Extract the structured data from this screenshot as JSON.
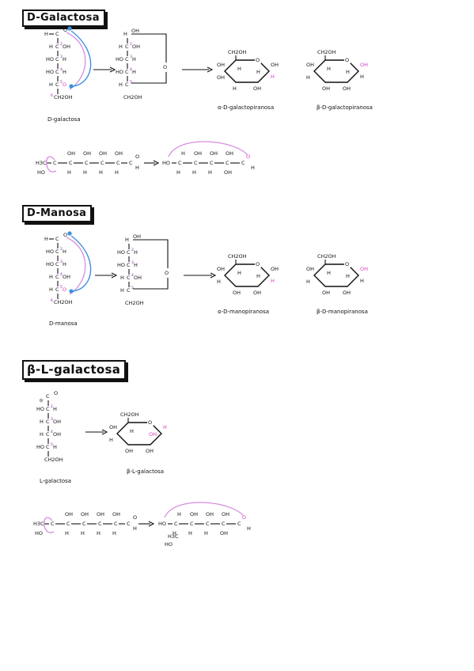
{
  "sections": {
    "galactosa": {
      "title": "D-Galactosa",
      "caption_open": "D-galactosa",
      "caption_alpha": "α-D-galactopiranosa",
      "caption_beta": "β-D-galactopiranosa",
      "fischer_rows": [
        "H-C-OH",
        "HO-C-H",
        "HO-C-H",
        "H-C-O"
      ],
      "top_group": "H–C=O",
      "bottom_group": "CH2OH",
      "ring_top": "CH2OH",
      "ring_labels": [
        "OH",
        "OH",
        "H",
        "H",
        "OH",
        "H",
        "OH",
        "H"
      ]
    },
    "manosa": {
      "title": "D-Manosa",
      "caption_open": "D-manosa",
      "caption_alpha": "α-D-manopiranosa",
      "caption_beta": "β-D-manopiranosa",
      "fischer_rows": [
        "HO-C-H",
        "HO-C-H",
        "H-C-OH",
        "H-C-O"
      ],
      "top_group": "H–C=O",
      "bottom_group": "CH2OH",
      "ring_top": "CH2OH",
      "ring_labels": [
        "OH",
        "H",
        "OH",
        "H",
        "OH",
        "H",
        "OH",
        "H"
      ]
    },
    "lgalactosa": {
      "title": "β-L-galactosa",
      "caption_open": "L-galactosa",
      "caption_ring": "β-L-galactosa",
      "fischer_rows": [
        "HO-C-H",
        "H-C-OH",
        "H-C-OH",
        "HO-C-H"
      ],
      "top_group": "C=O",
      "bottom_group": "CH2OH",
      "ring_top": "CH2OH",
      "ring_labels": [
        "OH",
        "H",
        "OH",
        "H",
        "OH",
        "OH",
        "H"
      ]
    }
  },
  "symbols": {
    "oxygen": "O",
    "hydrogen": "H",
    "hydroxyl": "OH",
    "hydroxyl_left": "HO",
    "ch2oh": "CH2OH",
    "h3c": "H3C",
    "carbonyl": "C",
    "carbonyl_o": "O",
    "negative": "⊖"
  },
  "colors": {
    "ink": "#111111",
    "pink": "#d63ec0",
    "lilac": "#d88ce0",
    "blue": "#3a8fe0",
    "number": "#8a1fa8"
  }
}
